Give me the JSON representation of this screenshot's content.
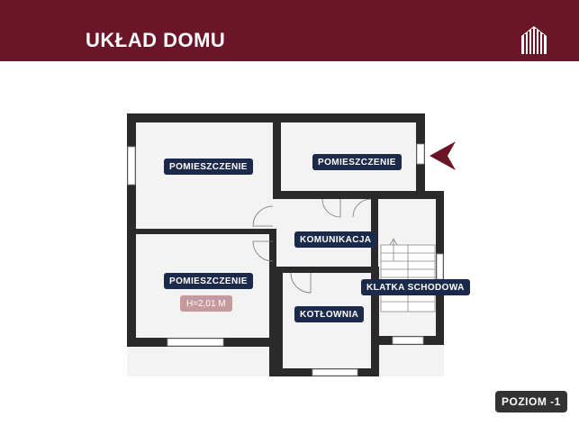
{
  "header": {
    "title": "UKŁAD DOMU",
    "bg_color": "#6b1529",
    "logo": "building-logo-icon"
  },
  "rooms": {
    "room_top_left": "POMIESZCZENIE",
    "room_top_right": "POMIESZCZENIE",
    "room_bottom_left": "POMIESZCZENIE",
    "room_bottom_left_height": "H=2,01 M",
    "corridor": "KOMUNIKACJA",
    "boiler_room": "KOTŁOWNIA",
    "staircase": "KLATKA SCHODOWA"
  },
  "level_badge": "POZIOM -1",
  "colors": {
    "label_bg": "#1b2a4a",
    "height_bg": "#c59a9e",
    "wall": "#2a2a2a",
    "arrow": "#6b1529",
    "badge_bg": "#333333"
  },
  "icons": {
    "entrance_arrow": "entrance-arrow-icon"
  }
}
